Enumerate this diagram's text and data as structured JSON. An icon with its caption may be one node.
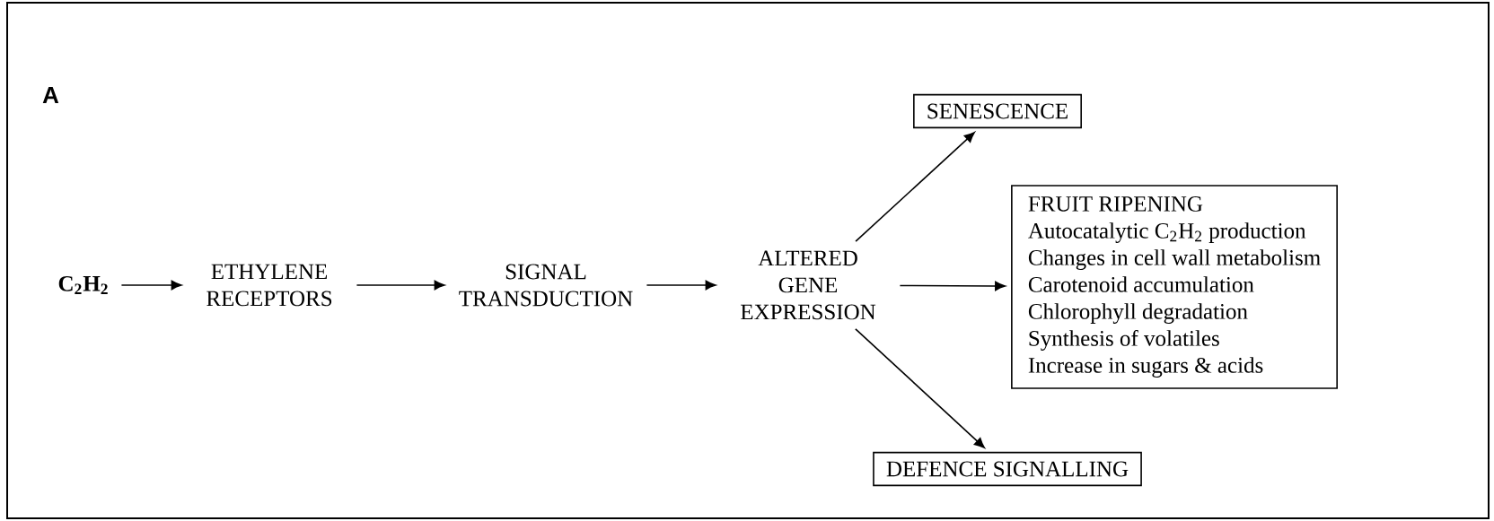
{
  "diagram": {
    "nodes": [
      {
        "text": [
          "C$_{2}$H$_{2}$"
        ]
      },
      {
        "text": [
          "ETHYLENE RECEPTORS"
        ]
      },
      {
        "text": [
          "SIGNAL TRANSDUCTION"
        ]
      },
      {
        "text": [
          "ALTERED GENE EXPRESSION"
        ]
      },
      {
        "text": [
          "SENESCENCE"
        ]
      },
      {
        "text": [
          "FRUIT RIPENING",
          "Autocatalytic C$_{2}$H$_{2}$ production",
          "Changes in cell wall metabolism",
          "Carotenoid accumulation",
          "Chlorophyll degradation",
          "Synthesis of volatiles",
          "Increase in sugars & acids"
        ]
      },
      {
        "text": [
          "DEFENCE SIGNALLING"
        ]
      }
    ],
    "edges": [
      {
        "from": 0,
        "to": 1,
        "arrow": "to"
      },
      {
        "from": 1,
        "to": 2,
        "arrow": "to"
      },
      {
        "from": 2,
        "to": 3,
        "arrow": "to"
      },
      {
        "from": 3,
        "to": 4,
        "arrow": "to"
      },
      {
        "from": 3,
        "to": 5,
        "arrow": "to"
      },
      {
        "from": 3,
        "to": 6,
        "arrow": "to"
      }
    ],
    "labels": [
      "A"
    ]
  }
}
